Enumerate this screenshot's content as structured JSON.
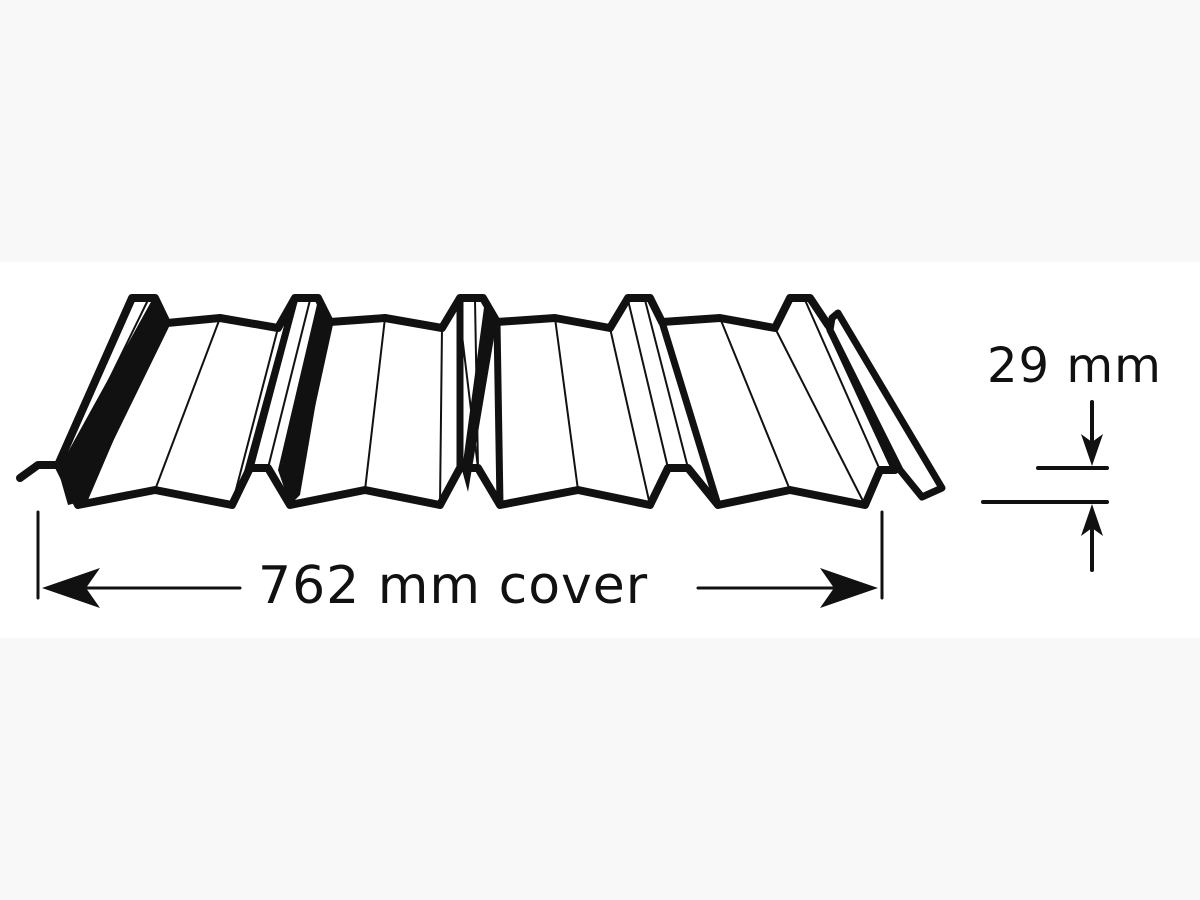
{
  "diagram": {
    "subject": "Trapezoidal metal roof sheet profile",
    "ribs_count": 5,
    "pans_count": 4,
    "colors": {
      "background": "#f8f8f8",
      "band": "#ffffff",
      "ink": "#111111"
    }
  },
  "dimensions": {
    "cover_width": {
      "value": "762",
      "unit": "mm",
      "label": "762 mm cover"
    },
    "rib_depth": {
      "value": "29",
      "unit": "mm",
      "label": "29 mm"
    }
  }
}
